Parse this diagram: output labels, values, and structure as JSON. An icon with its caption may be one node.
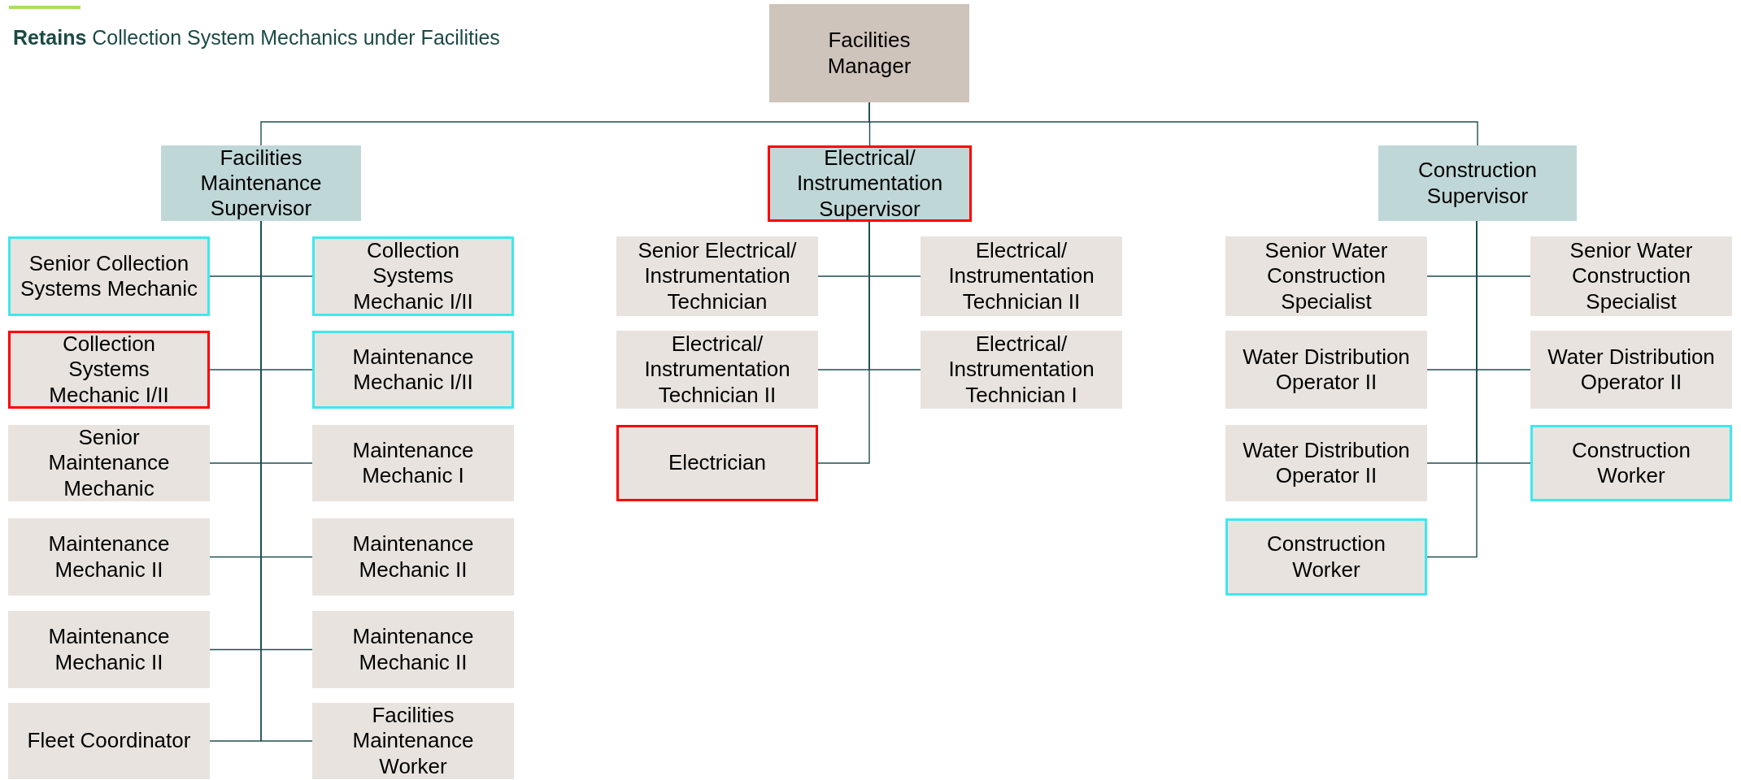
{
  "diagram": {
    "title": "**Retains** Collection System Mechanics under Facilities",
    "nodes": [
      {
        "text": [
          "Facilities Manager"
        ]
      },
      {
        "text": [
          "Facilities Maintenance Supervisor"
        ]
      },
      {
        "text": [
          "Electrical/ Instrumentation Supervisor"
        ]
      },
      {
        "text": [
          "Construction Supervisor"
        ]
      },
      {
        "text": [
          "Senior Collection Systems Mechanic"
        ]
      },
      {
        "text": [
          "Collection Systems Mechanic I/II"
        ]
      },
      {
        "text": [
          "Collection Systems Mechanic I/II"
        ]
      },
      {
        "text": [
          "Maintenance Mechanic I/II"
        ]
      },
      {
        "text": [
          "Senior Maintenance Mechanic"
        ]
      },
      {
        "text": [
          "Maintenance Mechanic I"
        ]
      },
      {
        "text": [
          "Maintenance Mechanic II"
        ]
      },
      {
        "text": [
          "Maintenance Mechanic II"
        ]
      },
      {
        "text": [
          "Maintenance Mechanic II"
        ]
      },
      {
        "text": [
          "Maintenance Mechanic II"
        ]
      },
      {
        "text": [
          "Fleet Coordinator"
        ]
      },
      {
        "text": [
          "Facilities Maintenance Worker"
        ]
      },
      {
        "text": [
          "Senior Electrical/ Instrumentation Technician"
        ]
      },
      {
        "text": [
          "Electrical/ Instrumentation Technician II"
        ]
      },
      {
        "text": [
          "Electrical/ Instrumentation Technician II"
        ]
      },
      {
        "text": [
          "Electrical/ Instrumentation Technician I"
        ]
      },
      {
        "text": [
          "Electrician"
        ]
      },
      {
        "text": [
          "Senior Water Construction Specialist"
        ]
      },
      {
        "text": [
          "Senior Water Construction Specialist"
        ]
      },
      {
        "text": [
          "Water Distribution Operator II"
        ]
      },
      {
        "text": [
          "Water Distribution Operator II"
        ]
      },
      {
        "text": [
          "Water Distribution Operator II"
        ]
      },
      {
        "text": [
          "Construction Worker"
        ]
      },
      {
        "text": [
          "Construction Worker"
        ]
      }
    ],
    "edges": [
      {
        "from": 0,
        "to": 1,
        "arrow": "none"
      },
      {
        "from": 0,
        "to": 2,
        "arrow": "none"
      },
      {
        "from": 0,
        "to": 3,
        "arrow": "none"
      },
      {
        "from": 1,
        "to": 4,
        "arrow": "none"
      },
      {
        "from": 1,
        "to": 5,
        "arrow": "none"
      },
      {
        "from": 1,
        "to": 6,
        "arrow": "none"
      },
      {
        "from": 1,
        "to": 7,
        "arrow": "none"
      },
      {
        "from": 1,
        "to": 8,
        "arrow": "none"
      },
      {
        "from": 1,
        "to": 9,
        "arrow": "none"
      },
      {
        "from": 1,
        "to": 10,
        "arrow": "none"
      },
      {
        "from": 1,
        "to": 11,
        "arrow": "none"
      },
      {
        "from": 1,
        "to": 12,
        "arrow": "none"
      },
      {
        "from": 1,
        "to": 13,
        "arrow": "none"
      },
      {
        "from": 1,
        "to": 14,
        "arrow": "none"
      },
      {
        "from": 1,
        "to": 15,
        "arrow": "none"
      },
      {
        "from": 2,
        "to": 16,
        "arrow": "none"
      },
      {
        "from": 2,
        "to": 17,
        "arrow": "none"
      },
      {
        "from": 2,
        "to": 18,
        "arrow": "none"
      },
      {
        "from": 2,
        "to": 19,
        "arrow": "none"
      },
      {
        "from": 2,
        "to": 20,
        "arrow": "none"
      },
      {
        "from": 3,
        "to": 21,
        "arrow": "none"
      },
      {
        "from": 3,
        "to": 22,
        "arrow": "none"
      },
      {
        "from": 3,
        "to": 23,
        "arrow": "none"
      },
      {
        "from": 3,
        "to": 24,
        "arrow": "none"
      },
      {
        "from": 3,
        "to": 25,
        "arrow": "none"
      },
      {
        "from": 3,
        "to": 26,
        "arrow": "none"
      },
      {
        "from": 3,
        "to": 27,
        "arrow": "none"
      }
    ]
  }
}
